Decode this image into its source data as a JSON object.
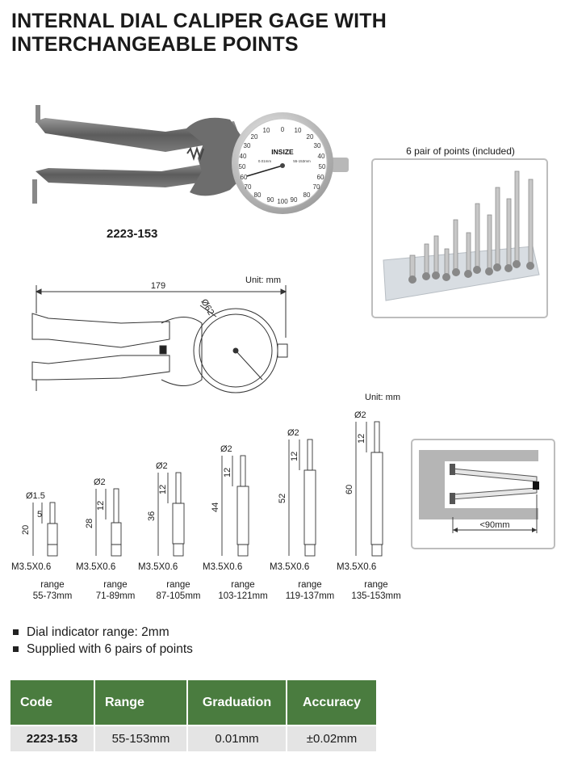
{
  "title_line1": "INTERNAL DIAL CALIPER GAGE WITH",
  "title_line2": "INTERCHANGEABLE POINTS",
  "model_code": "2223-153",
  "points_caption": "6 pair of points (included)",
  "dial": {
    "brand": "INSIZE",
    "resolution_text": "0.01mm",
    "range_text": "55-153mm",
    "numbers": [
      "0",
      "10",
      "20",
      "30",
      "40",
      "50",
      "60",
      "70",
      "80",
      "90",
      "100"
    ]
  },
  "drawing": {
    "unit_label": "Unit: mm",
    "overall_length": "179",
    "dial_diameter": "Ø62"
  },
  "points_unit_label": "Unit: mm",
  "points": [
    {
      "tip_dia": "Ø1.5",
      "tip_len": "5",
      "length": "20",
      "thread": "M3.5X0.6",
      "range_label": "range",
      "range": "55-73mm"
    },
    {
      "tip_dia": "Ø2",
      "tip_len": "12",
      "length": "28",
      "thread": "M3.5X0.6",
      "range_label": "range",
      "range": "71-89mm"
    },
    {
      "tip_dia": "Ø2",
      "tip_len": "12",
      "length": "36",
      "thread": "M3.5X0.6",
      "range_label": "range",
      "range": "87-105mm"
    },
    {
      "tip_dia": "Ø2",
      "tip_len": "12",
      "length": "44",
      "thread": "M3.5X0.6",
      "range_label": "range",
      "range": "103-121mm"
    },
    {
      "tip_dia": "Ø2",
      "tip_len": "12",
      "length": "52",
      "thread": "M3.5X0.6",
      "range_label": "range",
      "range": "119-137mm"
    },
    {
      "tip_dia": "Ø2",
      "tip_len": "12",
      "length": "60",
      "thread": "M3.5X0.6",
      "range_label": "range",
      "range": "135-153mm"
    }
  ],
  "depth_label": "<90mm",
  "bullets": [
    "Dial indicator range: 2mm",
    "Supplied with 6 pairs of points"
  ],
  "table": {
    "headers": [
      "Code",
      "Range",
      "Graduation",
      "Accuracy"
    ],
    "rows": [
      [
        "2223-153",
        "55-153mm",
        "0.01mm",
        "±0.02mm"
      ]
    ]
  },
  "colors": {
    "table_header": "#4a7c3f",
    "table_row": "#e4e4e4"
  }
}
